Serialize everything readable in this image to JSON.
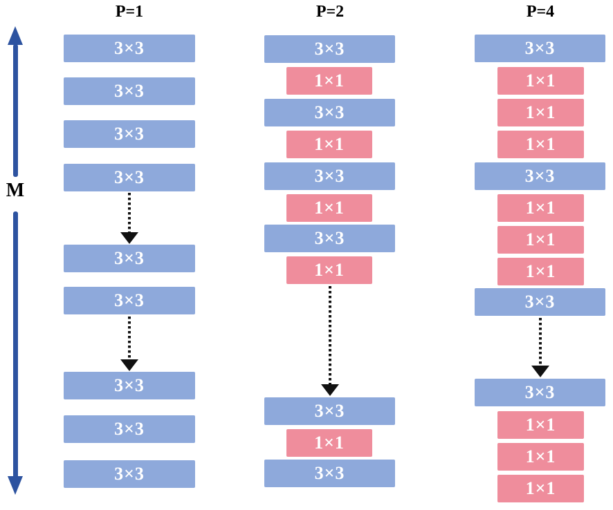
{
  "figure": {
    "axis_label": "M"
  },
  "colors": {
    "conv3x3_fill": "#8EA9DB",
    "conv1x1_fill": "#EF8D9C",
    "axis_arrow": "#2D53A0",
    "dotted_arrow": "#111111",
    "block_text": "#FFFFFF",
    "header_text": "#000000"
  },
  "columns": [
    {
      "id": "p1",
      "header": "P=1",
      "sequence": [
        {
          "type": "conv3x3",
          "label": "3×3"
        },
        {
          "type": "conv3x3",
          "label": "3×3"
        },
        {
          "type": "conv3x3",
          "label": "3×3"
        },
        {
          "type": "conv3x3",
          "label": "3×3"
        },
        {
          "type": "skip-arrow"
        },
        {
          "type": "conv3x3",
          "label": "3×3"
        },
        {
          "type": "conv3x3",
          "label": "3×3"
        },
        {
          "type": "skip-arrow"
        },
        {
          "type": "conv3x3",
          "label": "3×3"
        },
        {
          "type": "conv3x3",
          "label": "3×3"
        },
        {
          "type": "conv3x3",
          "label": "3×3"
        }
      ]
    },
    {
      "id": "p2",
      "header": "P=2",
      "sequence": [
        {
          "type": "conv3x3",
          "label": "3×3"
        },
        {
          "type": "conv1x1",
          "label": "1×1"
        },
        {
          "type": "conv3x3",
          "label": "3×3"
        },
        {
          "type": "conv1x1",
          "label": "1×1"
        },
        {
          "type": "conv3x3",
          "label": "3×3"
        },
        {
          "type": "conv1x1",
          "label": "1×1"
        },
        {
          "type": "conv3x3",
          "label": "3×3"
        },
        {
          "type": "conv1x1",
          "label": "1×1"
        },
        {
          "type": "skip-arrow"
        },
        {
          "type": "conv3x3",
          "label": "3×3"
        },
        {
          "type": "conv1x1",
          "label": "1×1"
        },
        {
          "type": "conv3x3",
          "label": "3×3"
        }
      ]
    },
    {
      "id": "p4",
      "header": "P=4",
      "sequence": [
        {
          "type": "conv3x3",
          "label": "3×3"
        },
        {
          "type": "conv1x1",
          "label": "1×1"
        },
        {
          "type": "conv1x1",
          "label": "1×1"
        },
        {
          "type": "conv1x1",
          "label": "1×1"
        },
        {
          "type": "conv3x3",
          "label": "3×3"
        },
        {
          "type": "conv1x1",
          "label": "1×1"
        },
        {
          "type": "conv1x1",
          "label": "1×1"
        },
        {
          "type": "conv1x1",
          "label": "1×1"
        },
        {
          "type": "conv3x3",
          "label": "3×3"
        },
        {
          "type": "skip-arrow"
        },
        {
          "type": "conv3x3",
          "label": "3×3"
        },
        {
          "type": "conv1x1",
          "label": "1×1"
        },
        {
          "type": "conv1x1",
          "label": "1×1"
        },
        {
          "type": "conv1x1",
          "label": "1×1"
        }
      ]
    }
  ]
}
